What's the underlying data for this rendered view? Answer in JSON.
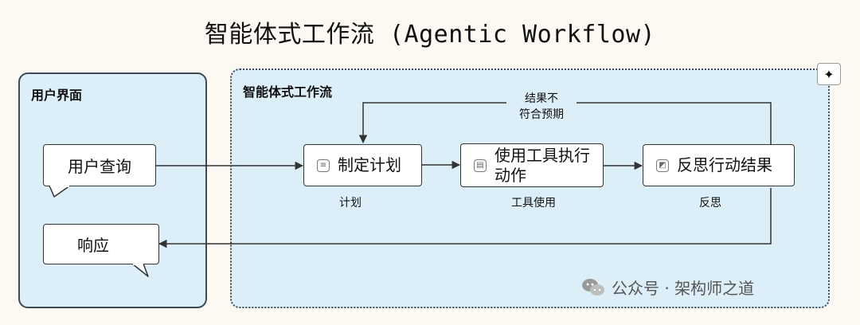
{
  "title": "智能体式工作流 (Agentic Workflow)",
  "user_interface": {
    "label": "用户界面",
    "query": "用户查询",
    "response": "响应"
  },
  "workflow": {
    "label": "智能体式工作流",
    "nodes": [
      {
        "label": "制定计划",
        "sublabel": "计划",
        "icon": "document-icon"
      },
      {
        "label": "使用工具执行动作",
        "label_line1": "使用工具执行",
        "label_line2": "动作",
        "sublabel": "工具使用",
        "icon": "tool-icon"
      },
      {
        "label": "反思行动结果",
        "sublabel": "反思",
        "icon": "reflect-icon"
      }
    ],
    "feedback_label_line1": "结果不",
    "feedback_label_line2": "符合预期"
  },
  "watermark": "公众号 · 架构师之道",
  "colors": {
    "background": "#fbf9f1",
    "panel_fill": "#dceef8",
    "border": "#3e4a54"
  }
}
